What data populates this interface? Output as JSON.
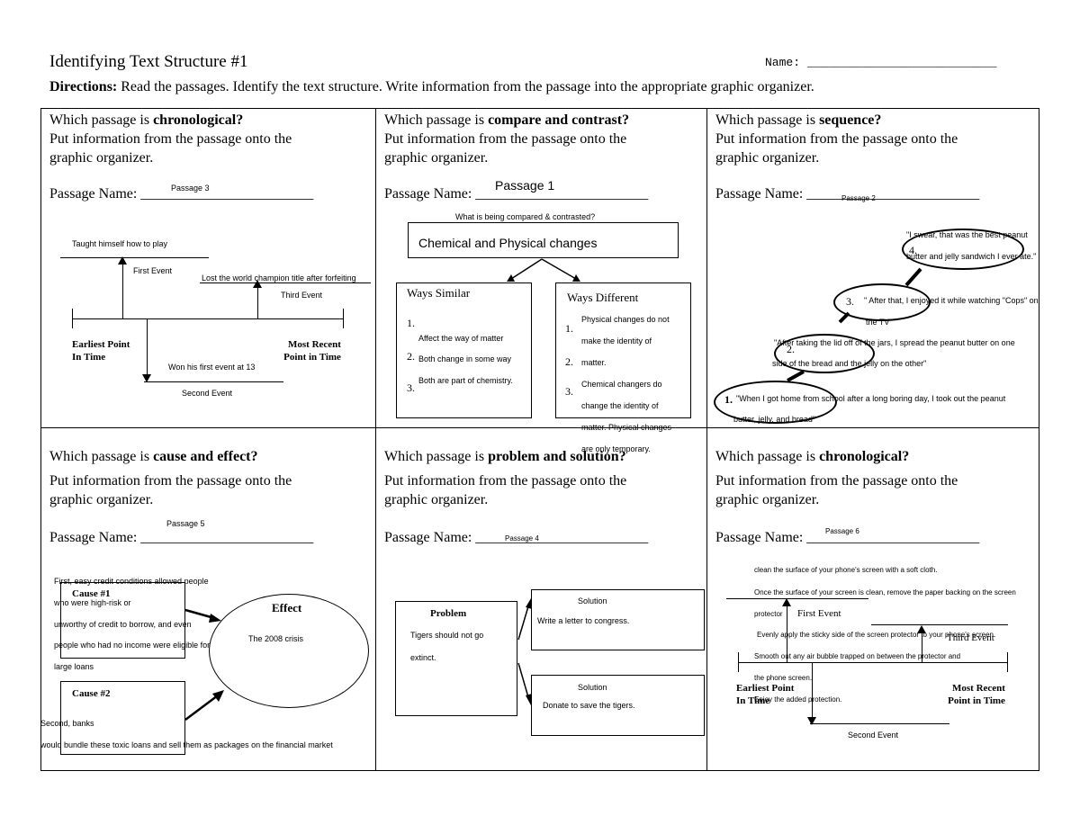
{
  "header": {
    "title": "Identifying Text Structure #1",
    "name_label": "Name:",
    "name_line": "___________________________",
    "directions_label": "Directions:",
    "directions_text": " Read the passages.  Identify the text structure.  Write information from the passage into the appropriate graphic organizer."
  },
  "common": {
    "put_info_1": "Put information from the passage onto the",
    "put_info_2": "graphic organizer.",
    "q_prefix": "Which passage is "
  },
  "cells": {
    "c1": {
      "q_bold": "chronological?",
      "pn_label": "Passage Name: ________________________",
      "pn_answer": "Passage 3",
      "event1_text": "Taught himself how to play",
      "event1_label": "First Event",
      "event2_text": "Won his first event at 13",
      "event2_label": "Second Event",
      "event3_text": "Lost the world champion title after forfeiting",
      "event3_label": "Third Event",
      "earliest_1": "Earliest Point",
      "earliest_2": "In Time",
      "recent_1": "Most Recent",
      "recent_2": "Point in Time"
    },
    "c2": {
      "q_bold": "compare and contrast?",
      "pn_label": "Passage Name: ________________________",
      "pn_answer": "Passage 1",
      "compared_label": "What is being compared & contrasted?",
      "compared_answer": "Chemical and Physical changes",
      "similar_title": "Ways Similar",
      "similar_nums": [
        "1.",
        "2.",
        "3."
      ],
      "similar_items": [
        "Affect the way of matter",
        "Both change in some way",
        "Both are part of chemistry."
      ],
      "different_title": "Ways Different",
      "different_nums": [
        "1.",
        "2.",
        "3."
      ],
      "different_1a": "Physical changes do not",
      "different_1b": "make the identity of",
      "different_1c": "matter.",
      "different_3a": "Chemical changers do",
      "different_3b": "change the identity of",
      "different_3c": "matter. Physical changes",
      "different_3d": "are only temporary."
    },
    "c3": {
      "q_bold": "sequence?",
      "pn_label": "Passage Name: ________________________",
      "pn_answer": "Passage 2",
      "step4_num": "4.",
      "step4_a": "\"I swear, that was the best peanut",
      "step4_b": "butter and jelly sandwich I ever ate.\"",
      "step3_num": "3.",
      "step3_a": "\" After that, I enjoyed it while watching \"Cops\" on",
      "step3_b": "the TV\"",
      "step2_num": "2.",
      "step2_a": "\"After taking the lid off of the jars, I spread the peanut butter on one",
      "step2_b": "side of the bread and the jelly on the other\"",
      "step1_num": "1.",
      "step1_a": "\"When I got home from school after a long boring day, I took out the peanut",
      "step1_b": "butter, jelly, and bread\""
    },
    "c4": {
      "q_bold": "cause and effect?",
      "pn_label": "Passage Name: ________________________",
      "pn_answer": "Passage 5",
      "cause1_title": "Cause #1",
      "cause1_lines": [
        "First, easy credit conditions allowed people",
        "who were high-risk or",
        "unworthy of credit to borrow, and even",
        "people who had no income were eligible for",
        "large loans"
      ],
      "cause2_title": "Cause #2",
      "cause2_lines": [
        "Second, banks",
        "would bundle these toxic loans and sell them as packages on the financial market"
      ],
      "effect_title": "Effect",
      "effect_text": "The 2008 crisis"
    },
    "c5": {
      "q_bold": "problem and solution?",
      "pn_label": "Passage Name: ________________________",
      "pn_answer": "Passage 4",
      "problem_title": "Problem",
      "problem_lines": [
        "Tigers should not go",
        "extinct."
      ],
      "solution_title": "Solution",
      "solution1_text": "Write a letter to congress.",
      "solution2_text": "Donate to save the tigers."
    },
    "c6": {
      "q_bold": "chronological?",
      "pn_label": "Passage Name: ________________________",
      "pn_answer": "Passage 6",
      "lines": [
        "clean the surface of your phone's screen with a soft cloth.",
        "Once the surface of your screen is clean, remove the paper backing on the screen",
        "protector",
        "Evenly apply the sticky side of the screen protector to your phone's screen.",
        "Smooth out any air bubble trapped on between the protector and",
        "the phone screen.",
        "Enjoy the added protection."
      ],
      "event1_label": "First Event",
      "event2_label": "Second Event",
      "event3_label": "Third Event",
      "earliest_1": "Earliest Point",
      "earliest_2": "In Time",
      "recent_1": "Most Recent",
      "recent_2": "Point in Time"
    }
  }
}
